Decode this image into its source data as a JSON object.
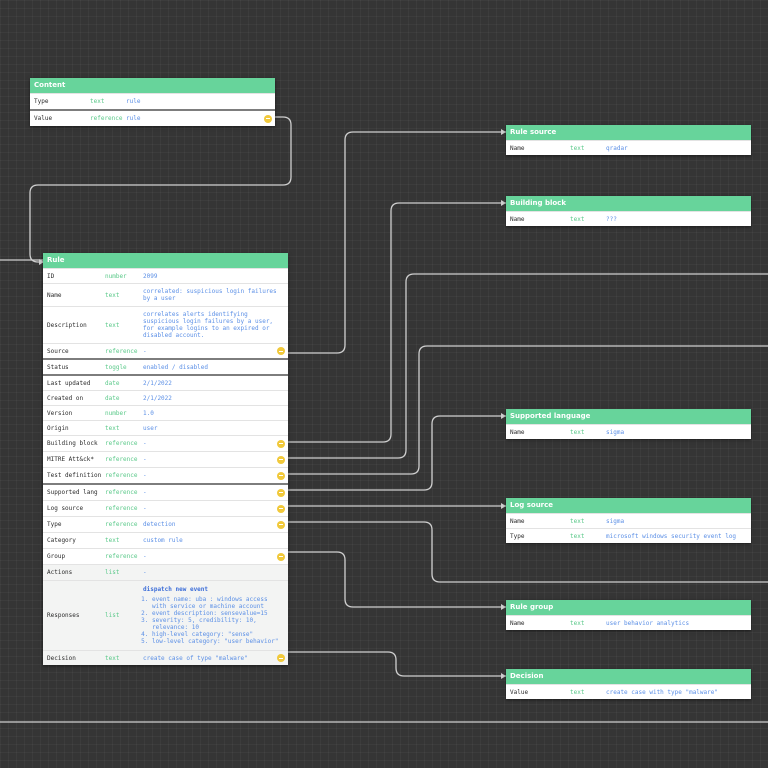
{
  "content_box": {
    "title": "Content",
    "rows": [
      {
        "name": "Type",
        "type": "text",
        "value": "rule"
      },
      {
        "name": "Value",
        "type": "reference",
        "value": "rule"
      }
    ]
  },
  "rule_box": {
    "title": "Rule",
    "rows": [
      {
        "name": "ID",
        "type": "number",
        "value": "2099"
      },
      {
        "name": "Name",
        "type": "text",
        "value": "correlated: suspicious login failures by a user"
      },
      {
        "name": "Description",
        "type": "text",
        "value": "correlates alerts identifying suspicious login failures by a user, for example logins to an expired or disabled account."
      },
      {
        "name": "Source",
        "type": "reference",
        "value": "-"
      },
      {
        "name": "Status",
        "type": "toggle",
        "value": "enabled / disabled"
      },
      {
        "name": "Last updated",
        "type": "date",
        "value": "2/1/2022"
      },
      {
        "name": "Created on",
        "type": "date",
        "value": "2/1/2022"
      },
      {
        "name": "Version",
        "type": "number",
        "value": "1.0"
      },
      {
        "name": "Origin",
        "type": "text",
        "value": "user"
      },
      {
        "name": "Building block",
        "type": "reference",
        "value": "-"
      },
      {
        "name": "MITRE Att&ck*",
        "type": "reference",
        "value": "-"
      },
      {
        "name": "Test definition",
        "type": "reference",
        "value": "-"
      },
      {
        "name": "Supported lang",
        "type": "reference",
        "value": "-"
      },
      {
        "name": "Log source",
        "type": "reference",
        "value": "-"
      },
      {
        "name": "Type",
        "type": "reference",
        "value": "detection"
      },
      {
        "name": "Category",
        "type": "text",
        "value": "custom rule"
      },
      {
        "name": "Group",
        "type": "reference",
        "value": "-"
      },
      {
        "name": "Actions",
        "type": "list",
        "value": "-"
      },
      {
        "name": "Responses",
        "type": "list",
        "value": ""
      },
      {
        "name": "Decision",
        "type": "text",
        "value": "create case of type \"malware\""
      }
    ],
    "responses": {
      "title": "dispatch new event",
      "items": [
        "event name: uba : windows access with service or machine account",
        "event description: sensevalue=15",
        "severity: 5, credibility: 10, relevance: 10",
        "high-level category: \"sense\"",
        "low-level category: \"user behavior\""
      ]
    }
  },
  "rule_source_box": {
    "title": "Rule source",
    "rows": [
      {
        "name": "Name",
        "type": "text",
        "value": "qradar"
      }
    ]
  },
  "building_block_box": {
    "title": "Building block",
    "rows": [
      {
        "name": "Name",
        "type": "text",
        "value": "???"
      }
    ]
  },
  "supported_language_box": {
    "title": "Supported language",
    "rows": [
      {
        "name": "Name",
        "type": "text",
        "value": "sigma"
      }
    ]
  },
  "log_source_box": {
    "title": "Log source",
    "rows": [
      {
        "name": "Name",
        "type": "text",
        "value": "sigma"
      },
      {
        "name": "Type",
        "type": "text",
        "value": "microsoft windows security event log"
      }
    ]
  },
  "rule_group_box": {
    "title": "Rule group",
    "rows": [
      {
        "name": "Name",
        "type": "text",
        "value": "user behavior analytics"
      }
    ]
  },
  "decision_box": {
    "title": "Decision",
    "rows": [
      {
        "name": "Value",
        "type": "text",
        "value": "create case with type \"malware\""
      }
    ]
  },
  "colors": {
    "background": "#353535",
    "header": "#67d49b",
    "type_text": "#5bc98a",
    "value_text": "#5b8fe6",
    "port": "#f1c93b",
    "connector": "#cfcfcf"
  }
}
